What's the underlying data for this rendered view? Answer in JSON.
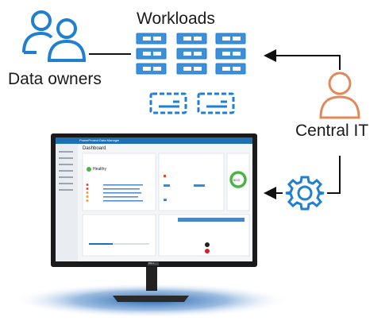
{
  "diagram": {
    "workloads_label": "Workloads",
    "data_owners_label": "Data owners",
    "central_it_label": "Central IT",
    "icons": {
      "data_owners": "people-icon",
      "workloads": "server-rack-icon",
      "storage": "storage-drive-icon",
      "central_it": "person-icon",
      "automation": "gear-icon",
      "monitor": "monitor-icon"
    },
    "colors": {
      "blue": "#1f7fd0",
      "orange": "#e08a5b",
      "arrow": "#111111",
      "screen_header": "#1f6fb4",
      "donut": "#4bb543"
    }
  },
  "monitor": {
    "brand": "DELL",
    "screen": {
      "header_title": "PowerProtect Data Manager",
      "page_title": "Dashboard",
      "health_status": "Healthy",
      "score": "92.0"
    }
  }
}
